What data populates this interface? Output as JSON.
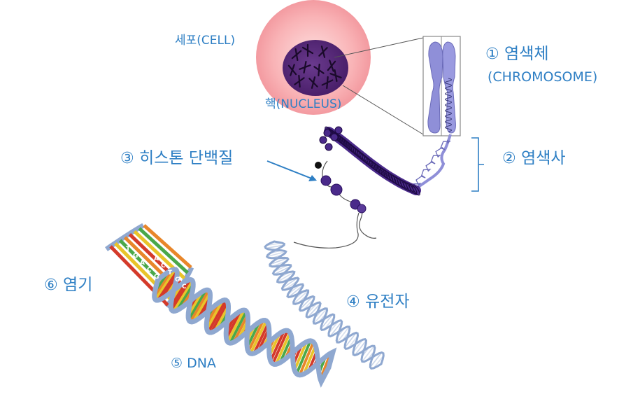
{
  "labels": {
    "cell": "세포(CELL)",
    "nucleus": "핵(NUCLEUS)",
    "chromosome_num": "①",
    "chromosome": "염색체",
    "chromosome_en": "(CHROMOSOME)",
    "chromatin_num": "②",
    "chromatin": "염색사",
    "histone_num": "③",
    "histone": "히스톤 단백질",
    "gene_num": "④",
    "gene": "유전자",
    "dna_num": "⑤",
    "dna": "DNA",
    "base_num": "⑥",
    "base": "염기"
  },
  "base_letters": [
    "T",
    "A",
    "G",
    "C",
    "A",
    "T",
    "C",
    "G",
    "G",
    "C"
  ],
  "colors": {
    "label": "#2e7fc4",
    "cell_outer": "#f7a6aa",
    "nucleus": "#5a2a7e",
    "chromosome": "#8f8fd8",
    "chromatin": "#4a2a8a",
    "dna_backbone": "#8fa8d0",
    "base_red": "#d43a2a",
    "base_yellow": "#e8c42a",
    "base_green": "#4aa84a",
    "base_orange": "#e8862a"
  }
}
